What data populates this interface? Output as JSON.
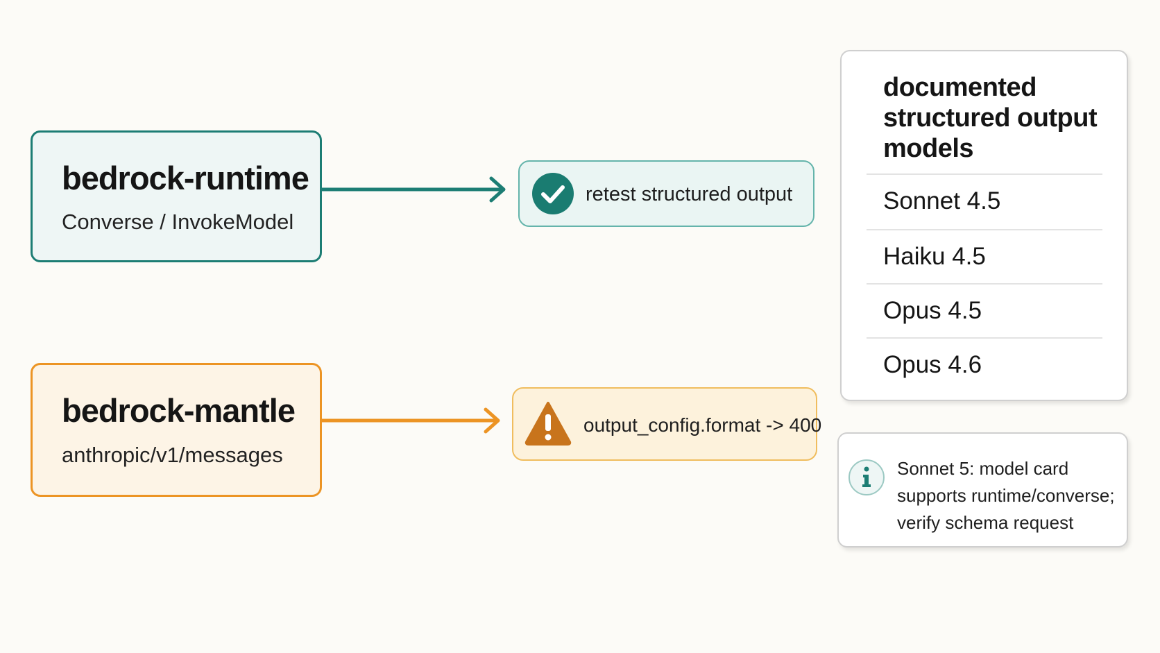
{
  "runtime": {
    "title": "bedrock-runtime",
    "subtitle": "Converse / InvokeModel",
    "color": "#1c7d74"
  },
  "mantle": {
    "title": "bedrock-mantle",
    "subtitle": "anthropic/v1/messages",
    "color": "#ec9424"
  },
  "runtime_result": {
    "icon": "check-circle-icon",
    "text": "retest structured output"
  },
  "mantle_result": {
    "icon": "warning-triangle-icon",
    "text": "output_config.format -> 400"
  },
  "models": {
    "heading": "documented structured output models",
    "items": [
      "Sonnet 4.5",
      "Haiku 4.5",
      "Opus 4.5",
      "Opus 4.6"
    ]
  },
  "note": {
    "icon": "info-icon",
    "text": "Sonnet 5: model card supports runtime/converse; verify schema request"
  }
}
